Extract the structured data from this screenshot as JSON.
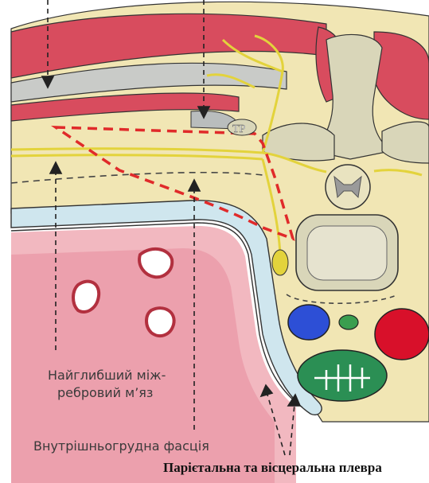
{
  "labels": {
    "tp": "TP",
    "innermost_line1": "Найглибший між-",
    "innermost_line2": "ребровий м’яз",
    "endothoracic_fascia": "Внутрішньогрудна фасція",
    "pleura": "Парієтальна та вісцеральна плевра"
  },
  "colors": {
    "skin": "#f1e6b4",
    "muscle": "#d84c5e",
    "muscle_dark": "#9d2233",
    "bone": "#d9d6b9",
    "nerve": "#e3d33c",
    "pleura_blue": "#cfe6ee",
    "lung": "#f2b8c0",
    "block_line": "#e02a2a",
    "vein": "#2d4fd6",
    "artery": "#d8102a",
    "esophagus": "#2b8f54"
  }
}
